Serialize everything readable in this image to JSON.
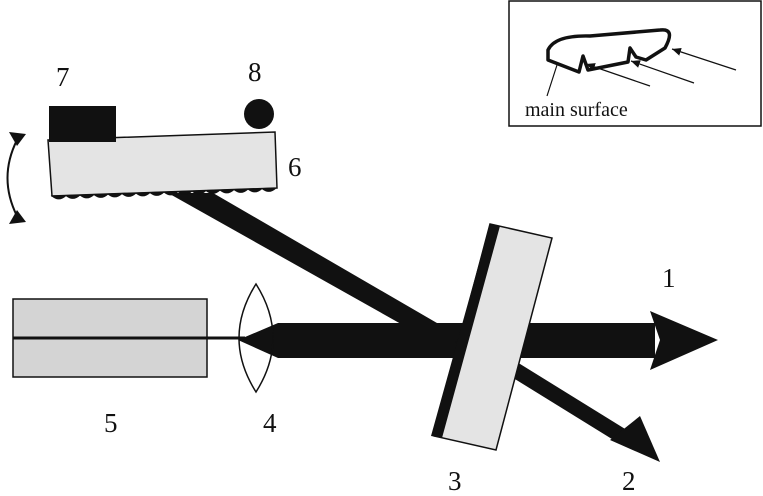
{
  "labels": {
    "output_beam": "1",
    "reflected_beam": "2",
    "beam_splitter": "3",
    "lens": "4",
    "laser_diode": "5",
    "grating": "6",
    "block": "7",
    "ball": "8"
  },
  "inset": {
    "caption": "main surface"
  },
  "colors": {
    "ink": "#111111",
    "component_fill": "#e4e4e4",
    "laser_fill": "#d4d4d4",
    "background": "#ffffff"
  }
}
